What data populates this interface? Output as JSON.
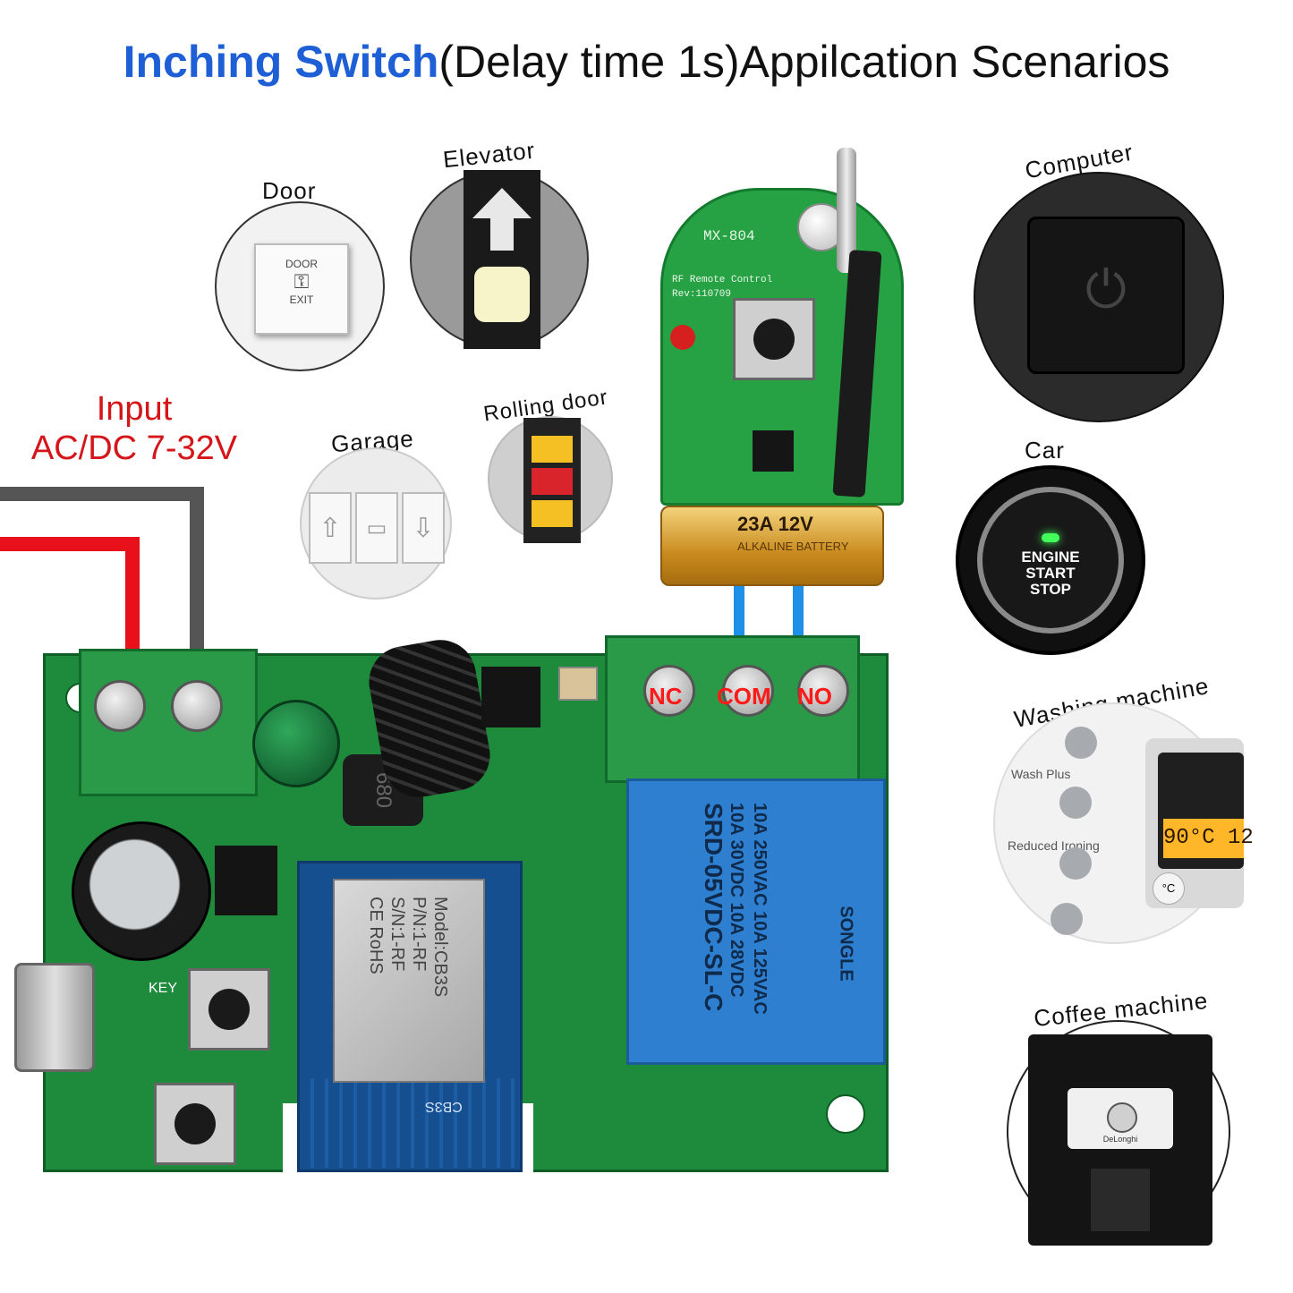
{
  "title": {
    "highlight": "Inching Switch",
    "rest": "(Delay time 1s)Appilcation Scenarios"
  },
  "input": {
    "line1": "Input",
    "line2": "AC/DC 7-32V"
  },
  "scenarios": {
    "door": "Door",
    "elevator": "Elevator",
    "garage": "Garage",
    "rolling_door": "Rolling door",
    "computer": "Computer",
    "car": "Car",
    "washing_machine": "Washing machine",
    "coffee_machine": "Coffee machine"
  },
  "door_plate": {
    "top": "DOOR",
    "bottom": "EXIT"
  },
  "car_button": {
    "l1": "ENGINE",
    "l2": "START",
    "l3": "STOP"
  },
  "washer": {
    "item1": "Wash Plus",
    "item2": "Reduced Ironing",
    "display": "90°C 12",
    "unit": "°C"
  },
  "coffee_brand": "DeLonghi",
  "remote": {
    "model": "MX-804",
    "subtitle": "RF  Remote Control",
    "rev": "Rev:110709",
    "battery": "23A 12V",
    "battery_sub": "ALKALINE BATTERY"
  },
  "terminals": {
    "nc": "NC",
    "com": "COM",
    "no": "NO"
  },
  "relay": {
    "line1": "10A 250VAC  10A 125VAC",
    "line2": "10A 30VDC  10A 28VDC",
    "line3": "SRD-05VDC-SL-C",
    "brand": "SONGLE"
  },
  "module": {
    "model": "Model:CB3S",
    "pn": "P/N:1-RF",
    "sn": "S/N:1-RF",
    "cert": "CE  RoHS",
    "chip": "CB3S"
  },
  "board": {
    "key": "KEY",
    "coil": "680"
  },
  "colors": {
    "accent_blue": "#1f5fd6",
    "input_red": "#d4161b",
    "pcb_green": "#1d8a3c",
    "wire_red": "#e8101a",
    "wire_gray": "#555555",
    "wire_blue": "#1e90e8"
  }
}
